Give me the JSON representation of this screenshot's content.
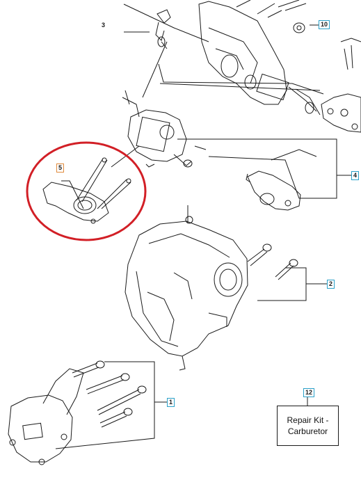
{
  "diagram": {
    "callouts": [
      {
        "id": "3",
        "label": "3"
      },
      {
        "id": "10",
        "label": "10"
      },
      {
        "id": "5",
        "label": "5"
      },
      {
        "id": "4",
        "label": "4"
      },
      {
        "id": "2",
        "label": "2"
      },
      {
        "id": "1",
        "label": "1"
      },
      {
        "id": "12",
        "label": "12"
      }
    ],
    "kit_box": {
      "text": "Repair Kit -\nCarburetor"
    },
    "colors": {
      "highlight_circle": "#d21f26",
      "callout_box": "#2aa0c8",
      "callout_box_selected": "#e08a3c",
      "line": "#1a1a1a"
    }
  }
}
